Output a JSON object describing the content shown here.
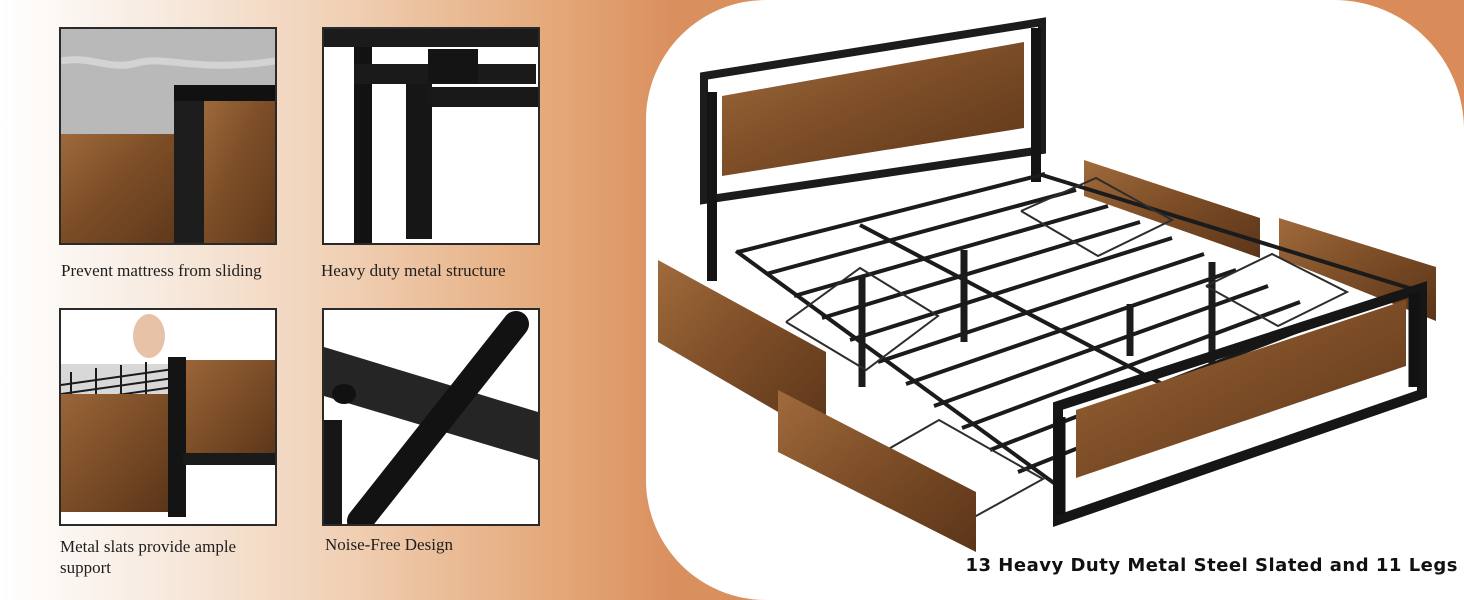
{
  "features": [
    {
      "caption": "Prevent mattress from sliding"
    },
    {
      "caption": "Heavy duty metal structure"
    },
    {
      "caption": "Metal slats provide ample support"
    },
    {
      "caption": "Noise-Free Design"
    }
  ],
  "hero": {
    "caption": "13 Heavy Duty Metal Steel Slated and 11 Legs"
  },
  "colors": {
    "wood": "#8b5a2b",
    "metal": "#1f1f1f",
    "background_orange": "#d98c59",
    "panel": "#ffffff"
  }
}
